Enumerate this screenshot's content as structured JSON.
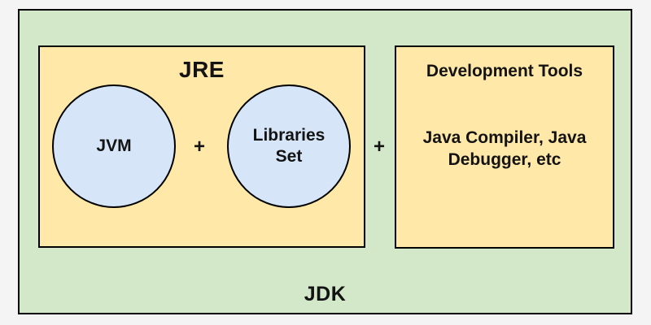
{
  "colors": {
    "page_bg": "#f4f4f5",
    "jdk_fill": "#d2e8c8",
    "box_fill": "#ffe8a8",
    "circle_fill": "#d6e5f8",
    "stroke": "#000000",
    "text": "#131313"
  },
  "diagram": {
    "jdk": {
      "label": "JDK"
    },
    "jre": {
      "title": "JRE",
      "jvm_label": "JVM",
      "plus": "+",
      "libraries_lines": [
        "Libraries",
        "Set"
      ]
    },
    "plus_between_boxes": "+",
    "development_tools": {
      "title": "Development Tools",
      "body_lines": [
        "Java Compiler, Java",
        "Debugger, etc"
      ]
    }
  }
}
